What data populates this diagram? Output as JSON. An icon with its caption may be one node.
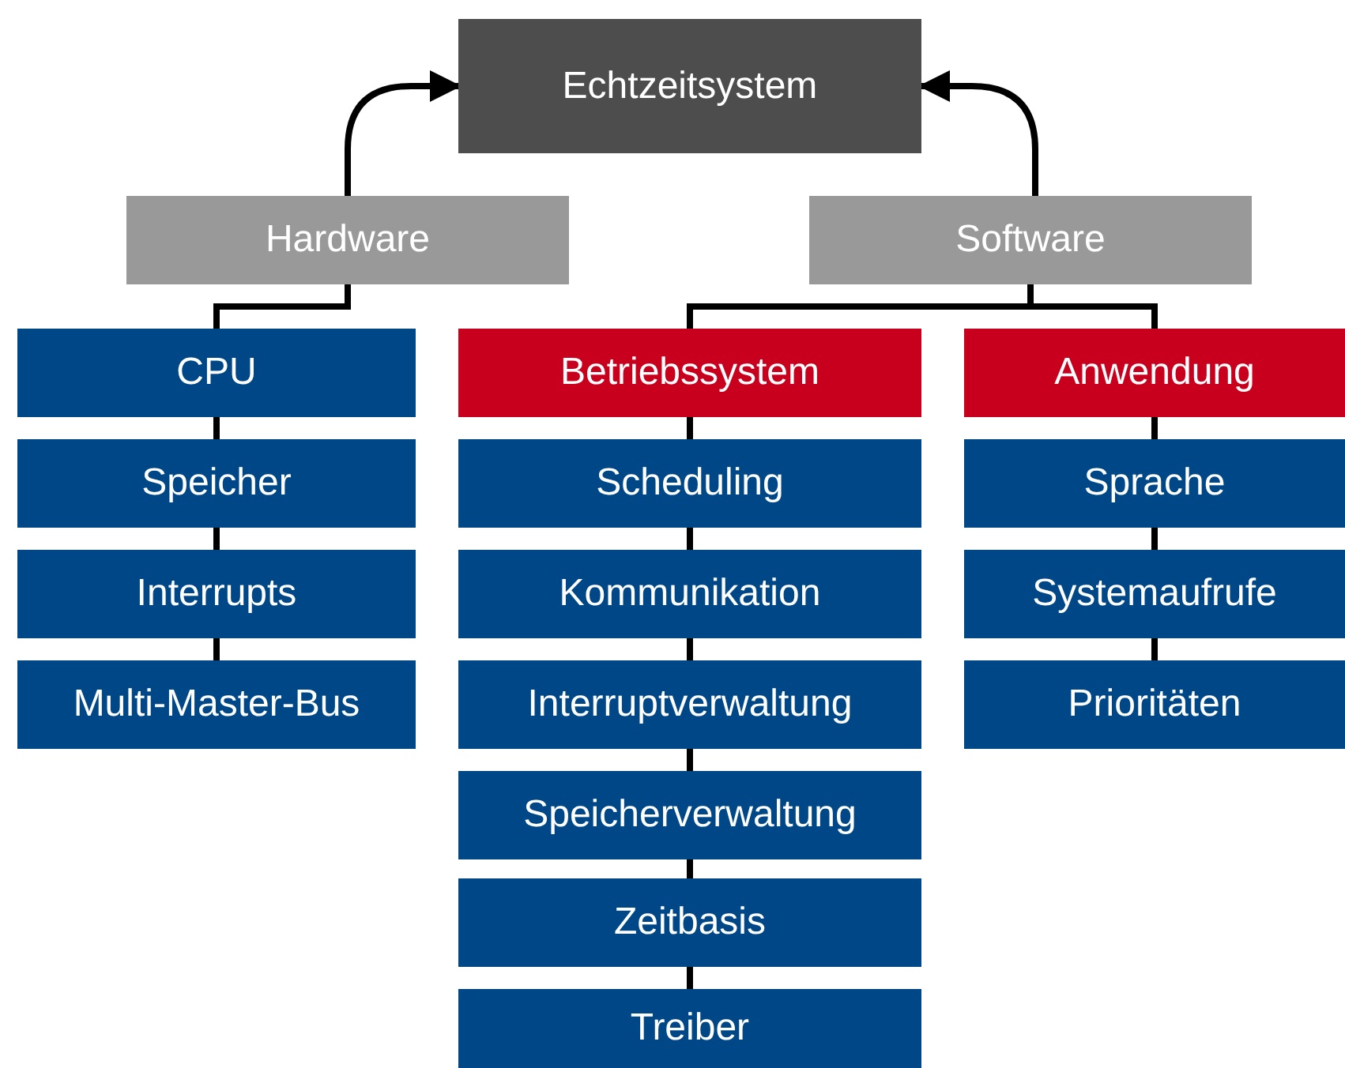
{
  "diagram": {
    "nodes": [
      {
        "text": [
          "Echtzeitsystem"
        ]
      },
      {
        "text": [
          "Hardware"
        ]
      },
      {
        "text": [
          "Software"
        ]
      },
      {
        "text": [
          "CPU"
        ]
      },
      {
        "text": [
          "Speicher"
        ]
      },
      {
        "text": [
          "Interrupts"
        ]
      },
      {
        "text": [
          "Multi-Master-Bus"
        ]
      },
      {
        "text": [
          "Betriebssystem"
        ]
      },
      {
        "text": [
          "Scheduling"
        ]
      },
      {
        "text": [
          "Kommunikation"
        ]
      },
      {
        "text": [
          "Interruptverwaltung"
        ]
      },
      {
        "text": [
          "Speicherverwaltung"
        ]
      },
      {
        "text": [
          "Zeitbasis"
        ]
      },
      {
        "text": [
          "Treiber"
        ]
      },
      {
        "text": [
          "Anwendung"
        ]
      },
      {
        "text": [
          "Sprache"
        ]
      },
      {
        "text": [
          "Systemaufrufe"
        ]
      },
      {
        "text": [
          "Prioritäten"
        ]
      }
    ],
    "edges": [
      {
        "from": 1,
        "to": 0,
        "arrow": "to"
      },
      {
        "from": 2,
        "to": 0,
        "arrow": "to"
      },
      {
        "from": 3,
        "to": 1,
        "arrow": "none"
      },
      {
        "from": 7,
        "to": 2,
        "arrow": "none"
      },
      {
        "from": 14,
        "to": 2,
        "arrow": "none"
      },
      {
        "from": 3,
        "to": 4,
        "arrow": "none"
      },
      {
        "from": 4,
        "to": 5,
        "arrow": "none"
      },
      {
        "from": 5,
        "to": 6,
        "arrow": "none"
      },
      {
        "from": 7,
        "to": 8,
        "arrow": "none"
      },
      {
        "from": 8,
        "to": 9,
        "arrow": "none"
      },
      {
        "from": 9,
        "to": 10,
        "arrow": "none"
      },
      {
        "from": 10,
        "to": 11,
        "arrow": "none"
      },
      {
        "from": 11,
        "to": 12,
        "arrow": "none"
      },
      {
        "from": 12,
        "to": 13,
        "arrow": "none"
      },
      {
        "from": 14,
        "to": 15,
        "arrow": "none"
      },
      {
        "from": 15,
        "to": 16,
        "arrow": "none"
      },
      {
        "from": 16,
        "to": 17,
        "arrow": "none"
      }
    ]
  }
}
